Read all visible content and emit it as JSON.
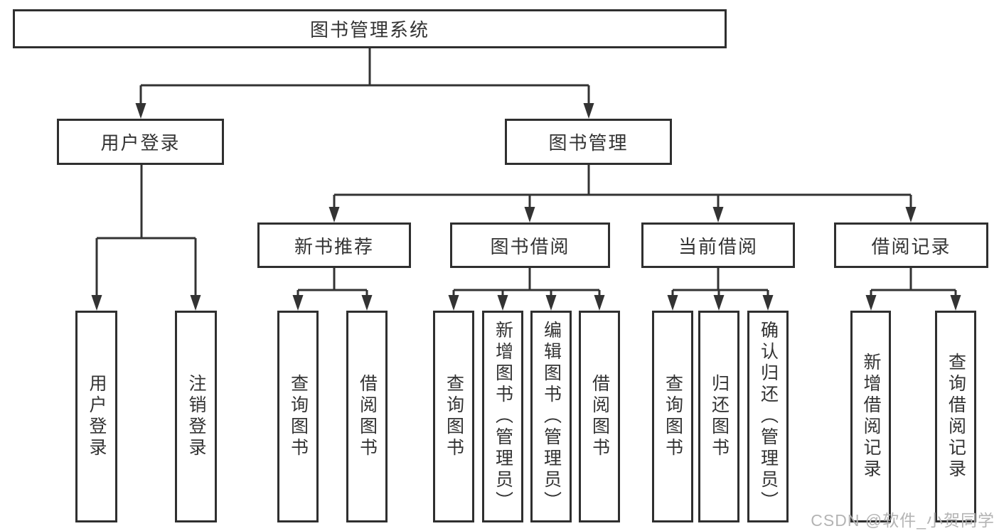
{
  "diagram": {
    "tree": {
      "label": "图书管理系统",
      "children": [
        {
          "label": "用户登录",
          "children": [
            {
              "label": "用户登录"
            },
            {
              "label": "注销登录"
            }
          ]
        },
        {
          "label": "图书管理",
          "children": [
            {
              "label": "新书推荐",
              "children": [
                {
                  "label": "查询图书"
                },
                {
                  "label": "借阅图书"
                }
              ]
            },
            {
              "label": "图书借阅",
              "children": [
                {
                  "label": "查询图书"
                },
                {
                  "label": "新增图书（管理员）"
                },
                {
                  "label": "编辑图书（管理员）"
                },
                {
                  "label": "借阅图书"
                }
              ]
            },
            {
              "label": "当前借阅",
              "children": [
                {
                  "label": "查询图书"
                },
                {
                  "label": "归还图书"
                },
                {
                  "label": "确认归还（管理员）"
                }
              ]
            },
            {
              "label": "借阅记录",
              "children": [
                {
                  "label": "新增借阅记录"
                },
                {
                  "label": "查询借阅记录"
                }
              ]
            }
          ]
        }
      ]
    },
    "watermark": "CSDN @软件_小贺同学",
    "colors": {
      "line": "#333333",
      "text": "#333333",
      "box_border": "#2f2f2f",
      "box_fill": "#ffffff",
      "watermark": "#b4b4b4",
      "background": "#ffffff"
    }
  }
}
